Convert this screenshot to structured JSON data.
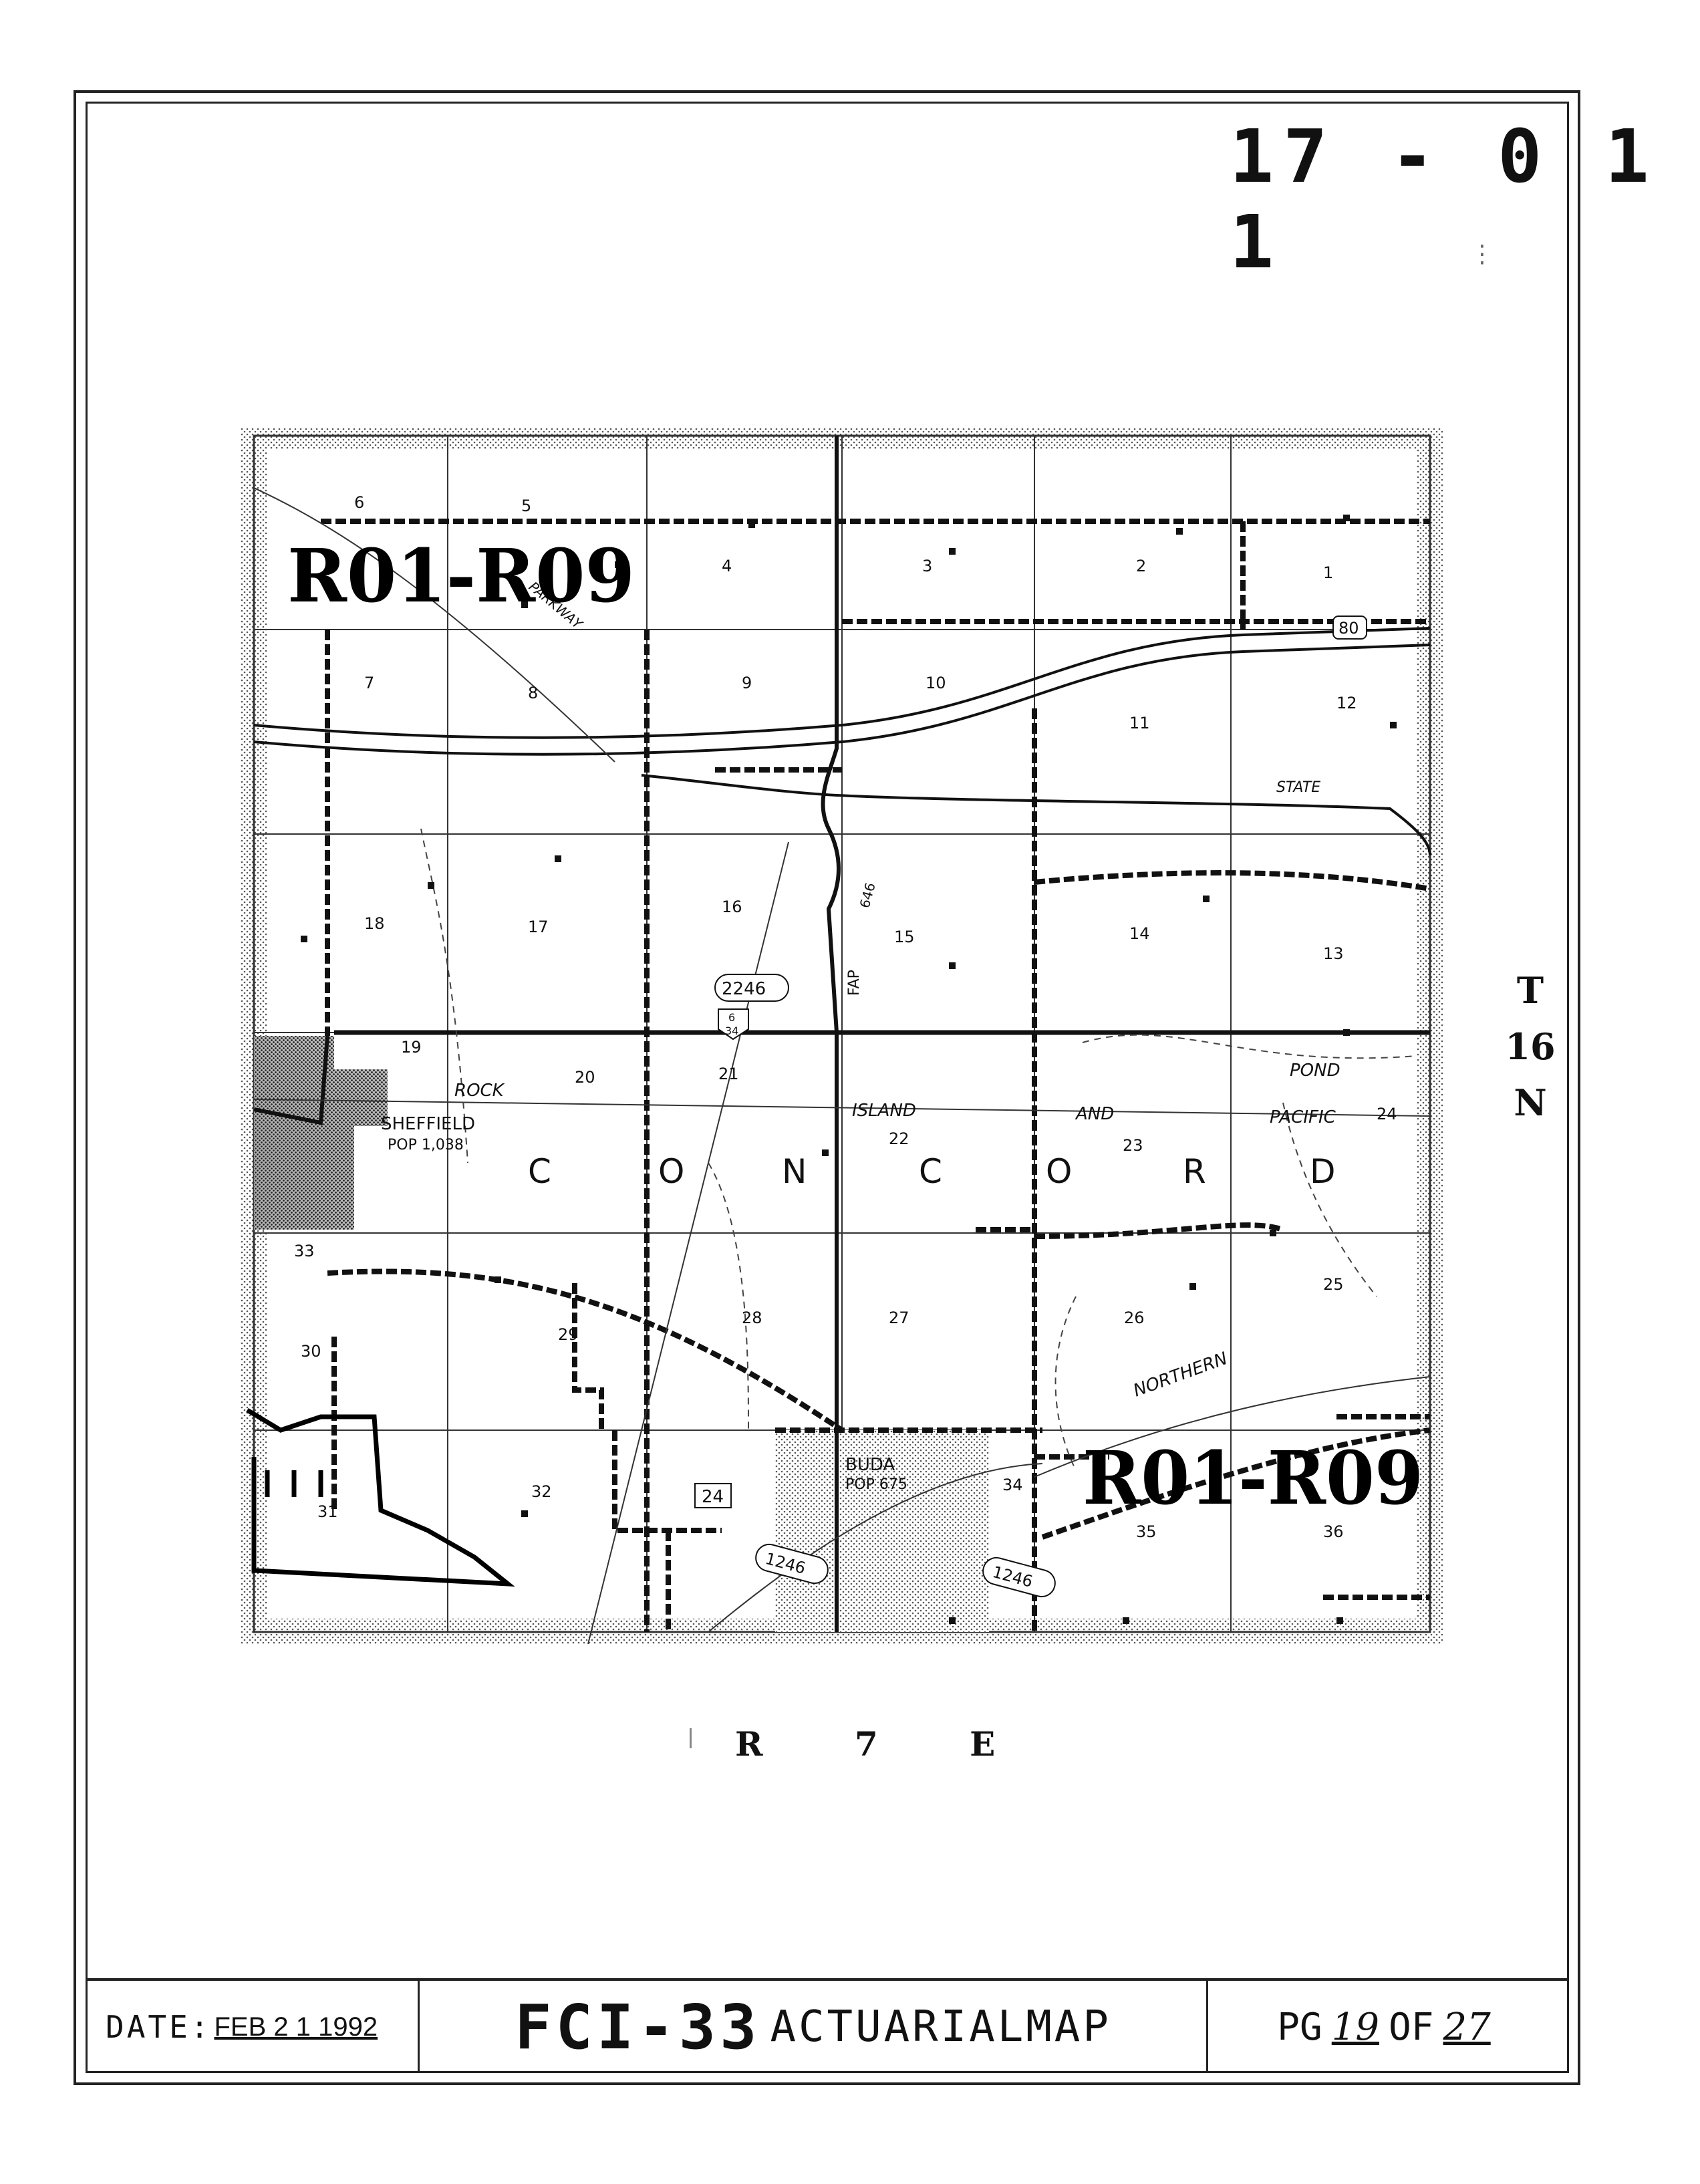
{
  "map_id": "17 - 0 1 1",
  "stamp_label": "R01-R09",
  "township_label": [
    "T",
    "16",
    "N"
  ],
  "range_label": "R 7 E",
  "township_name_letters": [
    "C",
    "O",
    "N",
    "C",
    "O",
    "R",
    "D"
  ],
  "sections": [
    "1",
    "2",
    "3",
    "4",
    "5",
    "6",
    "7",
    "8",
    "9",
    "10",
    "11",
    "12",
    "13",
    "14",
    "15",
    "16",
    "17",
    "18",
    "19",
    "20",
    "21",
    "22",
    "23",
    "24",
    "25",
    "26",
    "27",
    "28",
    "29",
    "30",
    "31",
    "32",
    "33",
    "34",
    "35",
    "36"
  ],
  "places": [
    {
      "name": "SHEFFIELD",
      "pop": "POP 1,038"
    },
    {
      "name": "BUDA",
      "pop": "POP 675"
    }
  ],
  "road_labels": {
    "interstate": "80",
    "us_route_top": "6",
    "us_route_bottom": "34",
    "county_road": "2246",
    "state_route": "24",
    "route_1246": "1246",
    "fap": "FAP",
    "fap_num": "646",
    "parkway": "PARKWAY",
    "state": "STATE"
  },
  "rail_labels": [
    "ROCK",
    "ISLAND",
    "AND",
    "PACIFIC",
    "NORTHERN",
    "POND"
  ],
  "footer": {
    "date_label": "DATE:",
    "date_value": "FEB 2 1 1992",
    "form_code": "FCI-33",
    "form_name": "ACTUARIALMAP",
    "page_label": "PG",
    "page_num": "19",
    "page_of": "OF",
    "page_total": "27"
  }
}
